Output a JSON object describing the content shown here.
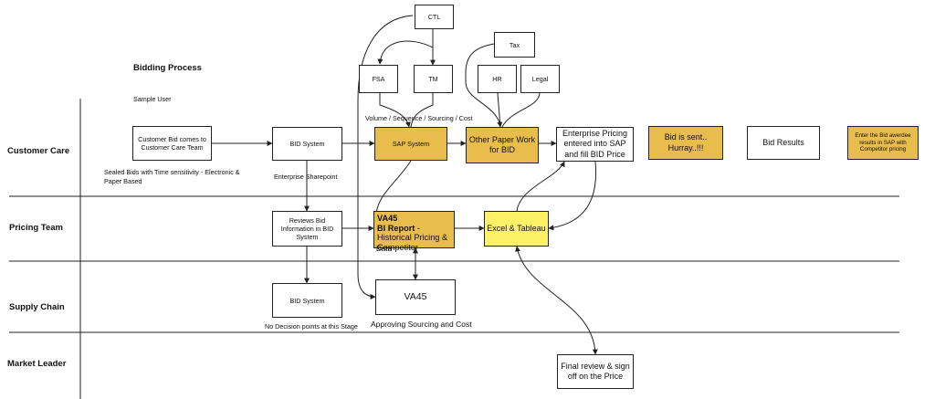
{
  "title": "Bidding Process",
  "subtitle": "Sample User",
  "lanes": [
    "Customer Care",
    "Pricing Team",
    "Supply Chain",
    "Market Leader"
  ],
  "boxes": {
    "ctl": "CTL",
    "fsa": "FSA",
    "tm": "TM",
    "tax": "Tax",
    "hr": "HR",
    "legal": "Legal",
    "customer_bid": "Customer Bid comes to Customer Care Team",
    "bid_system_cc": "BID System",
    "sap_system": "SAP System",
    "other_paper": "Other Paper Work for BID",
    "enterprise_pricing": "Enterprise Pricing entered into SAP and fill BID Price",
    "bid_sent": "Bid is sent.. Hurray..!!!",
    "bid_results": "Bid Results",
    "enter_awardee": "Enter the Bid awerdee results in SAP with Competitor pricing",
    "reviews_bid": "Reviews Bid Information in BID System",
    "va45_title": "VA45",
    "bi_report_bold": "BI Report",
    "bi_report_rest": " - Historical Pricing & Competitor",
    "bi_report_tail": "Data",
    "excel_tableau": "Excel & Tableau",
    "bid_system_sc": "BID System",
    "va45_sc": "VA45",
    "final_review": "Final review & sign off on the Price"
  },
  "annotations": {
    "sealed_bids": "Sealed Bids with Time sensitivity - Electronic & Paper Based",
    "enterprise_sharepoint": "Enterprise Sharepoint",
    "volume_sequence": "Volume / Sequence / Sourcing / Cost",
    "no_decision": "No Decision points at this Stage",
    "approving": "Approving Sourcing and Cost"
  },
  "colors": {
    "gold": "#e9bd4c",
    "yellow": "#fdf168"
  }
}
